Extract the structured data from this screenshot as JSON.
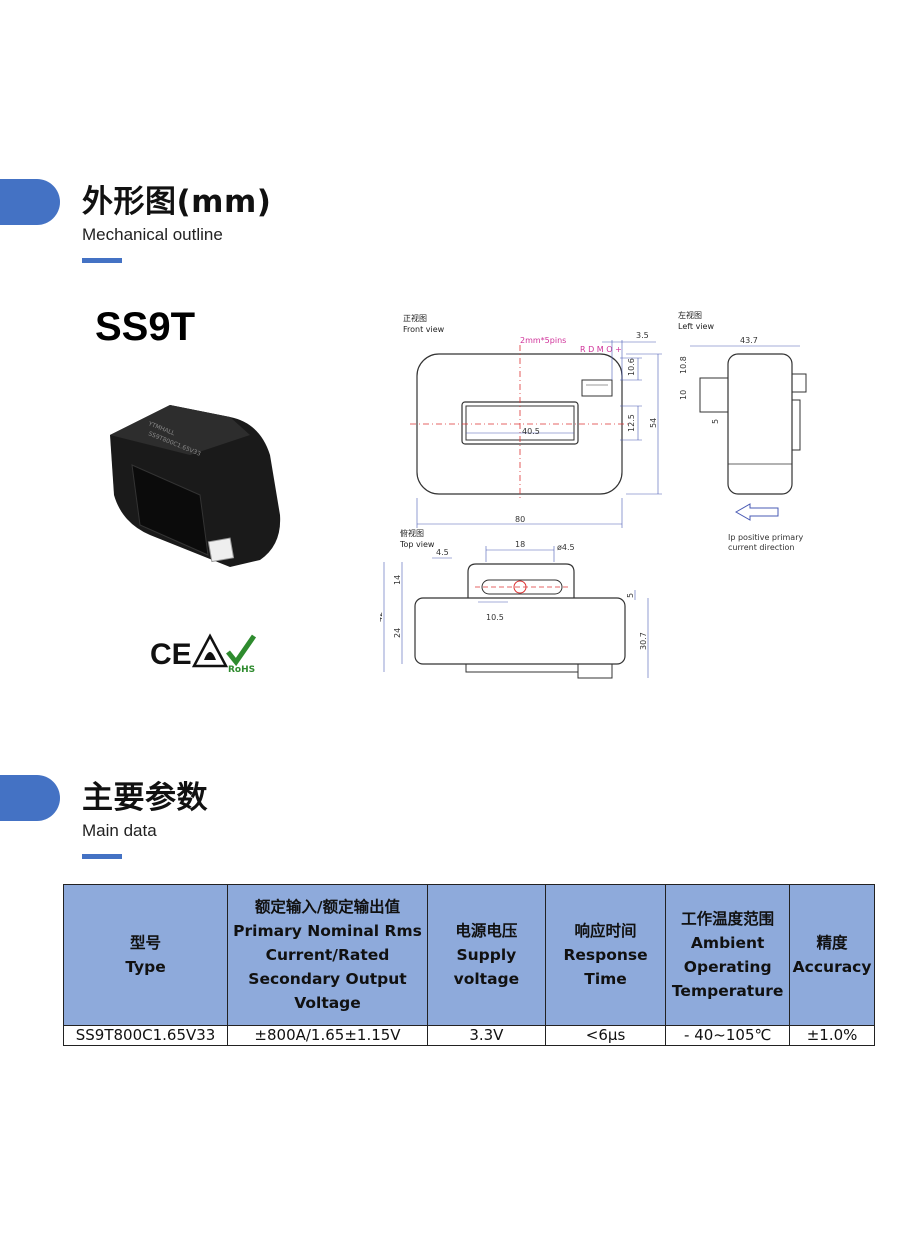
{
  "section1": {
    "title": "外形图(mm)",
    "subtitle": "Mechanical outline"
  },
  "model": "SS9T",
  "product_label": {
    "line1": "YTMHALL",
    "line2": "SS9T800C1.65V33"
  },
  "certs": {
    "ce": "CE",
    "rohs": "RoHS"
  },
  "drawing": {
    "front_view": {
      "cn": "正视图",
      "en": "Front view"
    },
    "left_view": {
      "cn": "左视图",
      "en": "Left view"
    },
    "top_view": {
      "cn": "俯视图",
      "en": "Top view"
    },
    "pins": "2mm*5pins",
    "pin_letters": "R D M O +",
    "direction_text": [
      "Ip positive primary",
      "current direction"
    ],
    "dims": {
      "d3_5": "3.5",
      "d10_6": "10.6",
      "d12_5": "12.5",
      "d54": "54",
      "d40_5": "40.5",
      "d80": "80",
      "d43_7": "43.7",
      "d10_8": "10.8",
      "d10": "10",
      "d5_small": "5",
      "d18": "18",
      "d4_5": "4.5",
      "d_hole": "ø4.5",
      "d14": "14",
      "d42": "42",
      "d24": "24",
      "d10_5": "10.5",
      "d5": "5",
      "d30_7": "30.7"
    }
  },
  "section2": {
    "title": "主要参数",
    "subtitle": "Main data"
  },
  "table": {
    "headers": [
      {
        "cn": "型号",
        "en": "Type"
      },
      {
        "cn": "额定输入/额定输出值",
        "en": "Primary Nominal Rms Current/Rated Secondary Output Voltage"
      },
      {
        "cn": "电源电压",
        "en": "Supply voltage"
      },
      {
        "cn": "响应时间",
        "en": "Response Time"
      },
      {
        "cn": "工作温度范围",
        "en": "Ambient Operating Temperature"
      },
      {
        "cn": "精度",
        "en": "Accuracy"
      }
    ],
    "rows": [
      [
        "SS9T800C1.65V33",
        "±800A/1.65±1.15V",
        "3.3V",
        "<6μs",
        "- 40~105℃",
        "±1.0%"
      ]
    ]
  }
}
